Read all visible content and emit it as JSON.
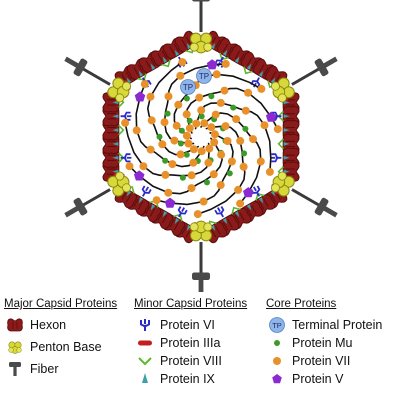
{
  "legend": {
    "major": {
      "heading": "Major Capsid Proteins",
      "items": [
        {
          "label": "Hexon",
          "icon": "hexon-icon"
        },
        {
          "label": "Penton Base",
          "icon": "penton-base-icon"
        },
        {
          "label": "Fiber",
          "icon": "fiber-icon"
        }
      ]
    },
    "minor": {
      "heading": "Minor Capsid Proteins",
      "items": [
        {
          "label": "Protein VI",
          "icon": "protein-vi-icon"
        },
        {
          "label": "Protein IIIa",
          "icon": "protein-iiia-icon"
        },
        {
          "label": "Protein VIII",
          "icon": "protein-viii-icon"
        },
        {
          "label": "Protein IX",
          "icon": "protein-ix-icon"
        }
      ]
    },
    "core": {
      "heading": "Core Proteins",
      "items": [
        {
          "label": "Terminal Protein",
          "icon": "terminal-protein-icon"
        },
        {
          "label": "Protein Mu",
          "icon": "protein-mu-icon"
        },
        {
          "label": "Protein VII",
          "icon": "protein-vii-icon"
        },
        {
          "label": "Protein V",
          "icon": "protein-v-icon"
        }
      ]
    }
  },
  "diagram": {
    "tp_label": "TP"
  },
  "colors": {
    "hexon": "#8b1a1a",
    "penton_base": "#d8d83a",
    "fiber": "#4a4a4a",
    "protein_vi": "#2a2ac8",
    "protein_iiia": "#c41e1e",
    "protein_viii": "#5cb82e",
    "protein_ix": "#3ea0a8",
    "terminal_protein": "#8fb4e8",
    "protein_mu": "#3c9a2a",
    "protein_vii": "#e8902a",
    "protein_v": "#8a2ad0",
    "dna": "#111111"
  }
}
